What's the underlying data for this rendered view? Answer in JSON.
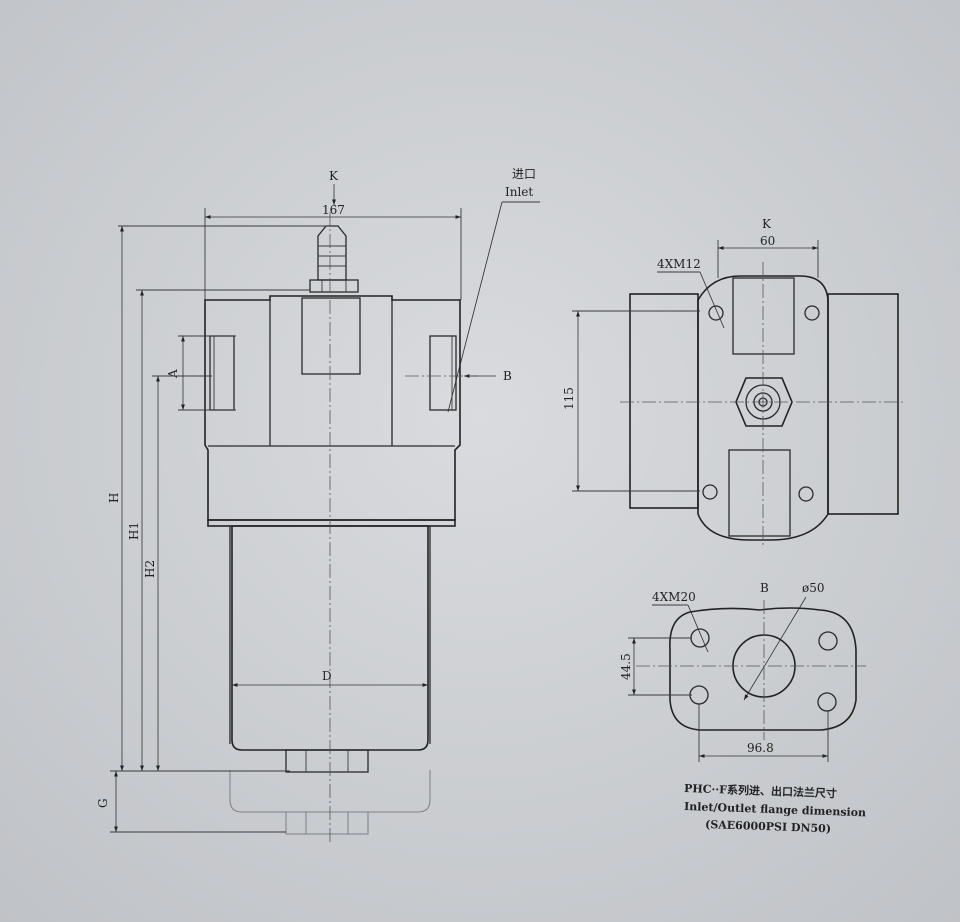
{
  "labels": {
    "k_top": "K",
    "k_right": "K",
    "b_arrow": "B",
    "b_flange": "B",
    "a": "A",
    "d": "D",
    "h": "H",
    "h1": "H1",
    "h2": "H2",
    "g": "G",
    "inlet_cn": "进口",
    "inlet_en": "Inlet",
    "dim_167": "167",
    "dim_60": "60",
    "dim_115": "115",
    "dim_44_5": "44.5",
    "dim_96_8": "96.8",
    "bolt_m12": "4XM12",
    "bolt_m20": "4XM20",
    "dia_50": "ø50"
  },
  "caption": {
    "line1": "PHC··F系列进、出口法兰尺寸",
    "line2": "Inlet/Outlet flange dimension",
    "line3": "(SAE6000PSI DN50)"
  }
}
